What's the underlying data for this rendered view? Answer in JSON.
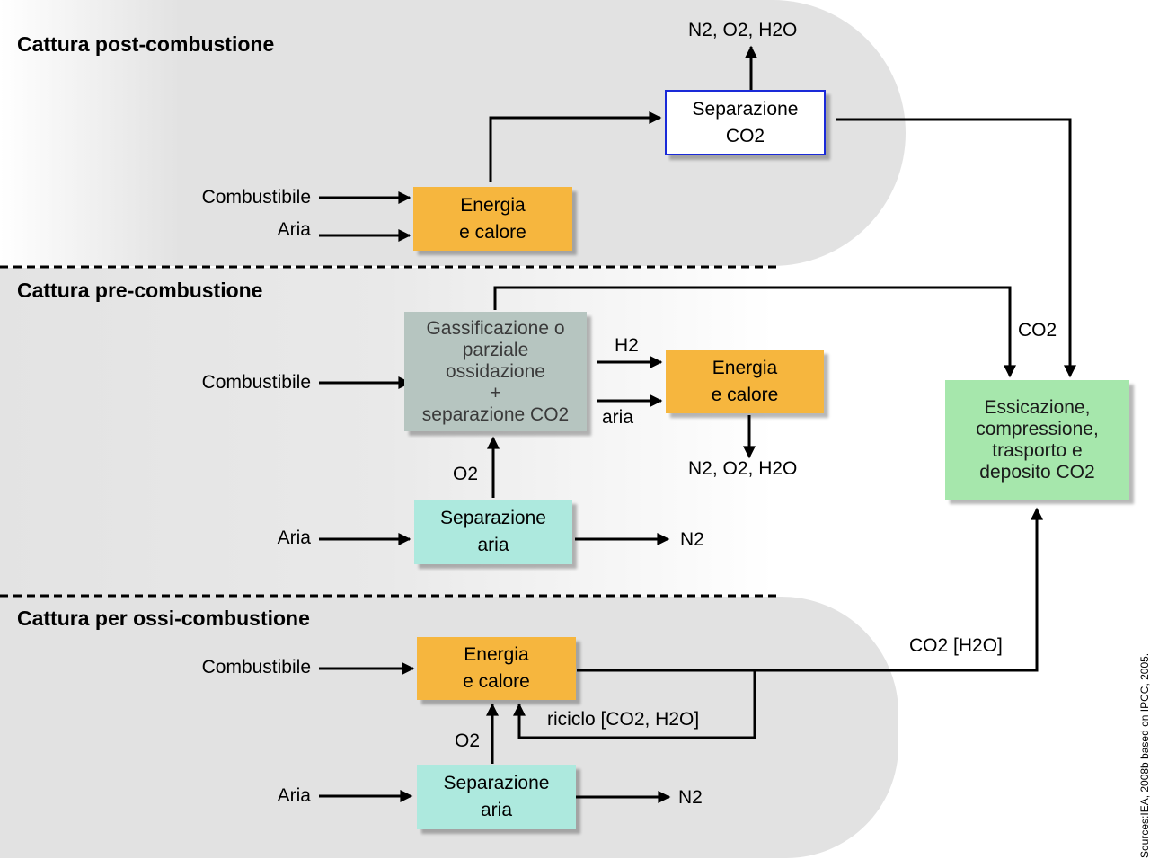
{
  "sections": {
    "post": {
      "title": "Cattura post-combustione",
      "fuel_label": "Combustibile",
      "air_label": "Aria",
      "energy_lines": [
        "Energia",
        "e calore"
      ],
      "separation_lines": [
        "Separazione",
        "CO2"
      ],
      "exhaust_label": "N2, O2, H2O"
    },
    "pre": {
      "title": "Cattura pre-combustione",
      "fuel_label": "Combustibile",
      "air_label": "Aria",
      "gasification_lines": [
        "Gassificazione o",
        "parziale",
        "ossidazione",
        "+",
        "separazione CO2"
      ],
      "h2_label": "H2",
      "aria_label": "aria",
      "energy_lines": [
        "Energia",
        "e calore"
      ],
      "exhaust_label": "N2, O2, H2O",
      "o2_label": "O2",
      "air_separation_lines": [
        "Separazione",
        "aria"
      ],
      "n2_label": "N2",
      "co2_label": "CO2"
    },
    "oxy": {
      "title": "Cattura per ossi-combustione",
      "fuel_label": "Combustibile",
      "air_label": "Aria",
      "energy_lines": [
        "Energia",
        "e calore"
      ],
      "recycle_label": "riciclo [CO2, H2O]",
      "o2_label": "O2",
      "air_separation_lines": [
        "Separazione",
        "aria"
      ],
      "n2_label": "N2",
      "co2_h2o_label": "CO2 [H2O]"
    }
  },
  "storage_lines": [
    "Essicazione,",
    "compressione,",
    "trasporto e",
    "deposito CO2"
  ],
  "source_note": "Sources:IEA, 2008b based on IPCC, 2005.",
  "colors": {
    "energy": "#f6b63e",
    "air_separation": "#ade9de",
    "gasification": "#b6c5c0",
    "storage": "#a6e7ac",
    "separation_border": "#1a2ad8"
  }
}
